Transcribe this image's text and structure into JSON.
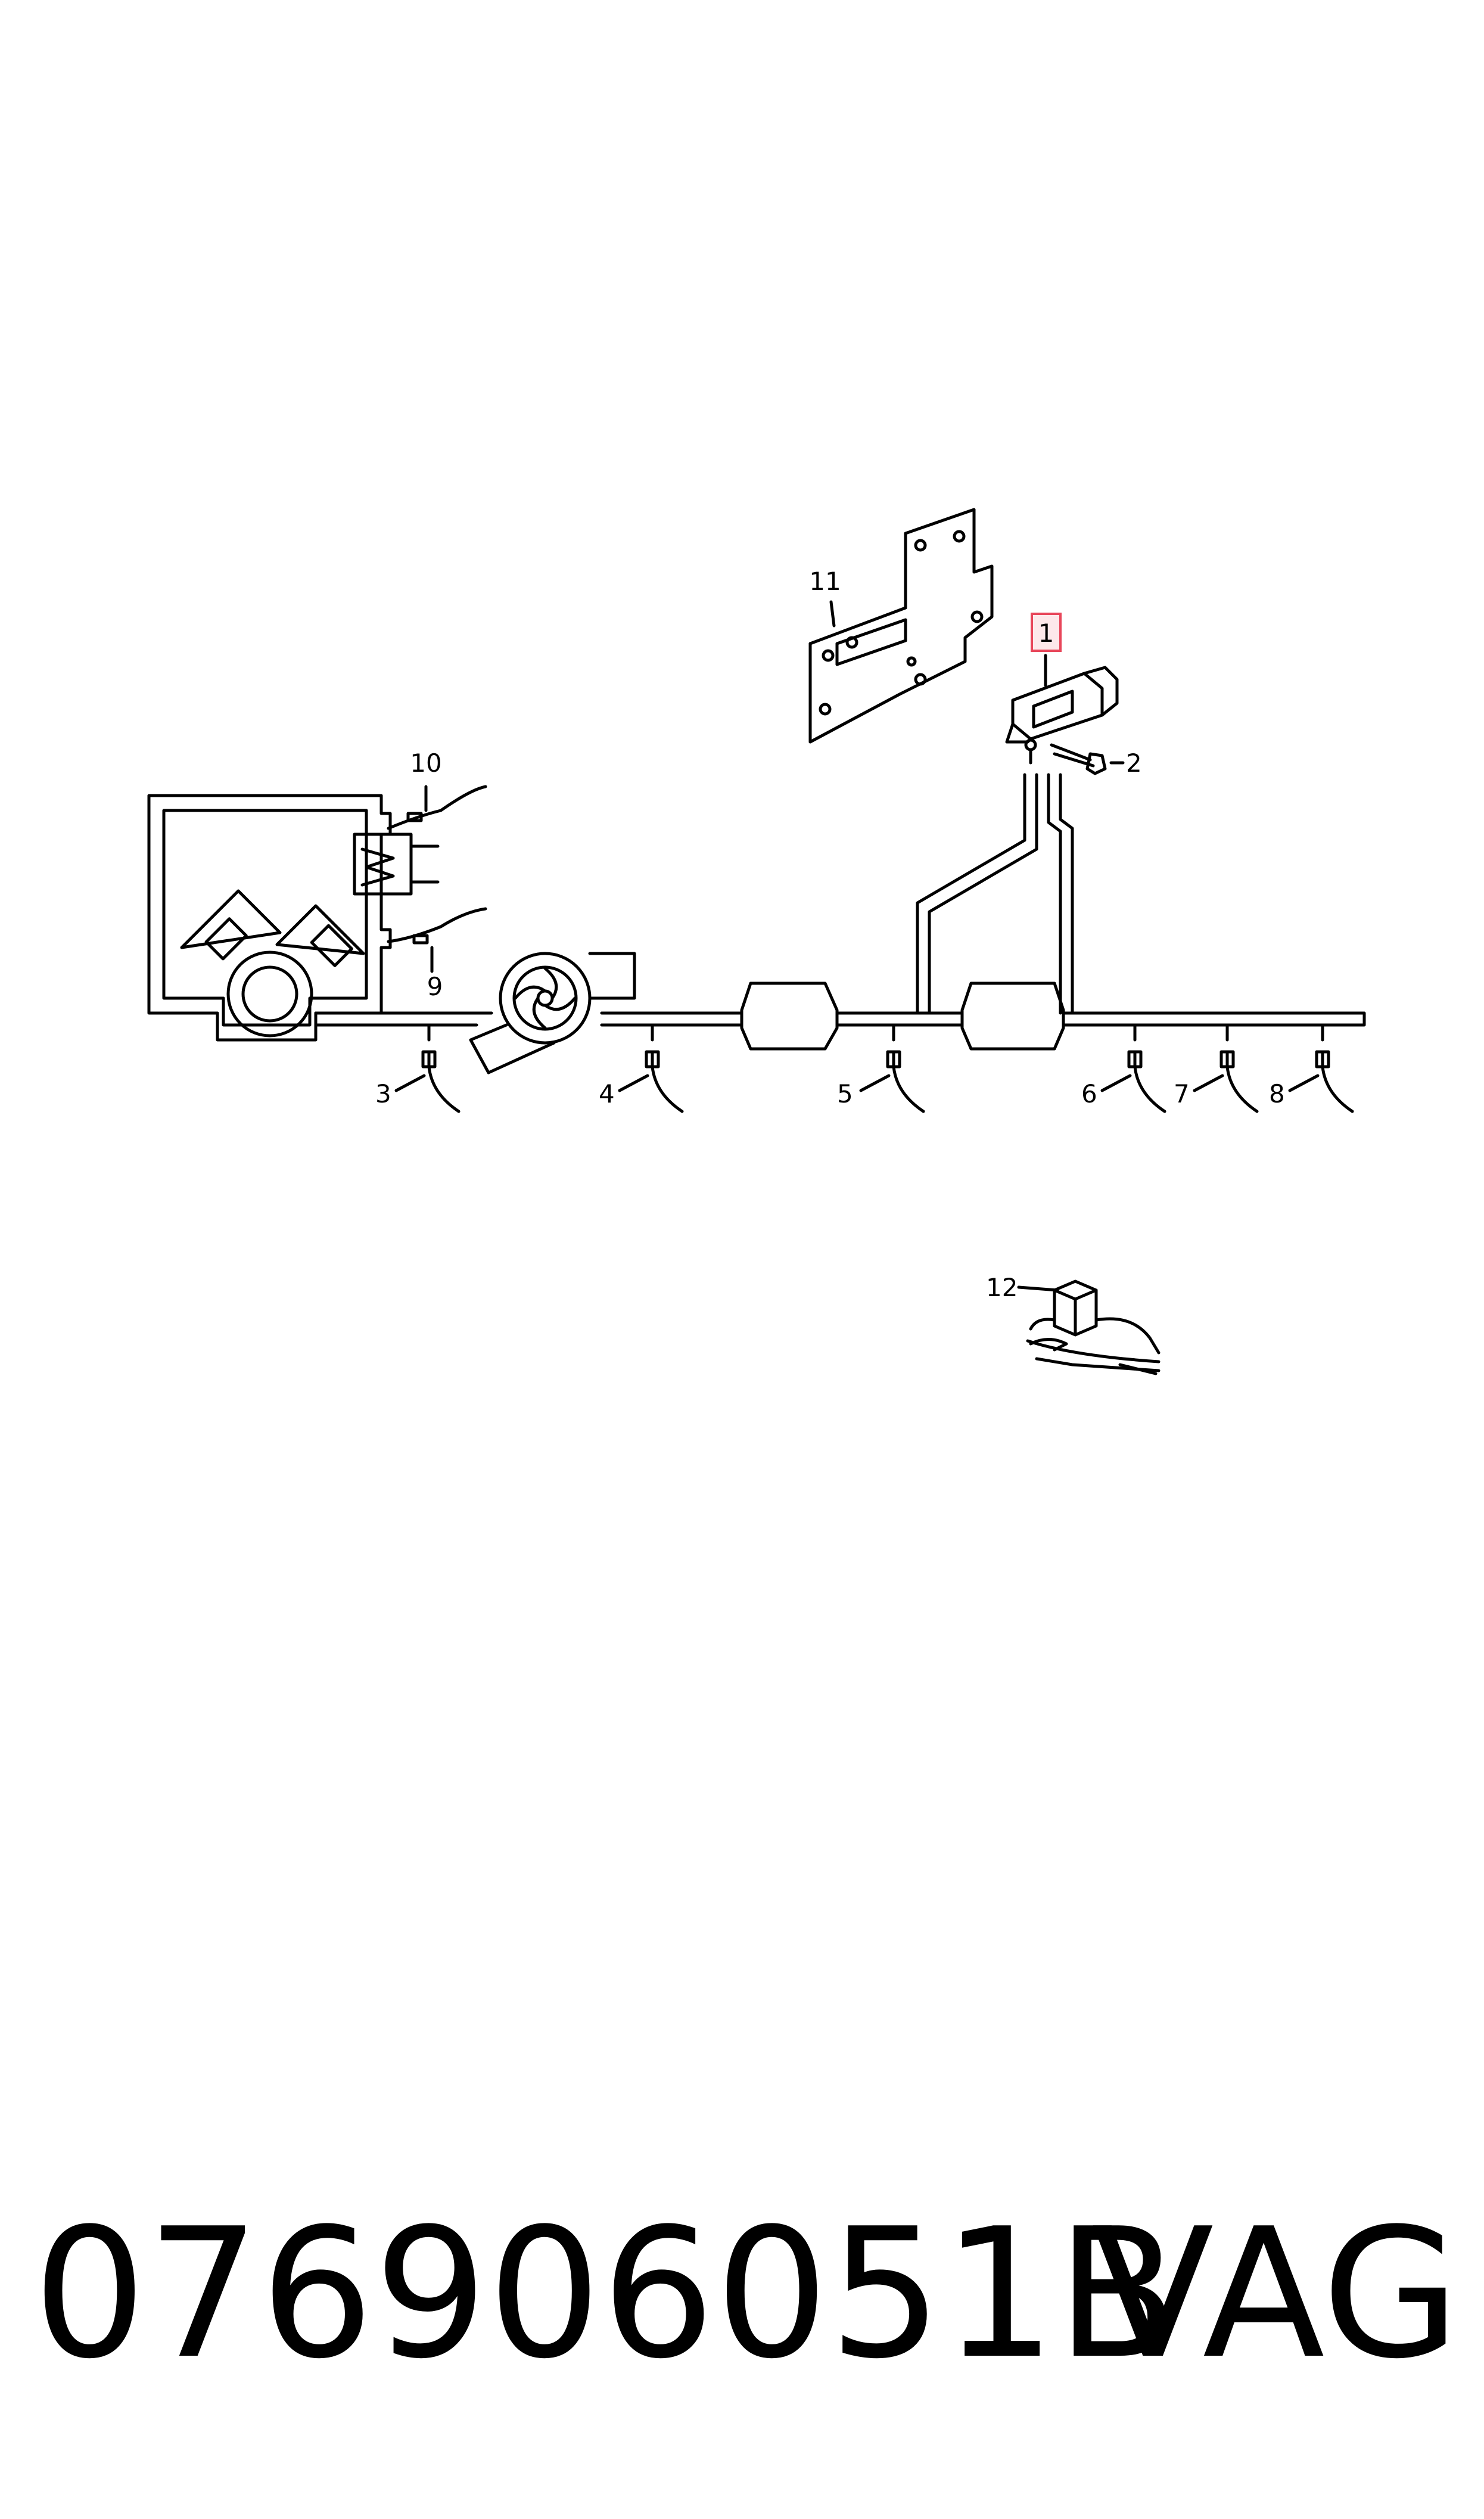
{
  "diagram": {
    "callouts": [
      {
        "id": "1",
        "label": "1",
        "highlighted": true
      },
      {
        "id": "2",
        "label": "2"
      },
      {
        "id": "3",
        "label": "3"
      },
      {
        "id": "4",
        "label": "4"
      },
      {
        "id": "5",
        "label": "5"
      },
      {
        "id": "6",
        "label": "6"
      },
      {
        "id": "7",
        "label": "7"
      },
      {
        "id": "8",
        "label": "8"
      },
      {
        "id": "9",
        "label": "9"
      },
      {
        "id": "10",
        "label": "10"
      },
      {
        "id": "11",
        "label": "11"
      },
      {
        "id": "12",
        "label": "12"
      }
    ],
    "highlight_color": "#e8465a",
    "line_color": "#000000"
  },
  "footer": {
    "part_number": "076906051B",
    "brand": "VAG"
  }
}
